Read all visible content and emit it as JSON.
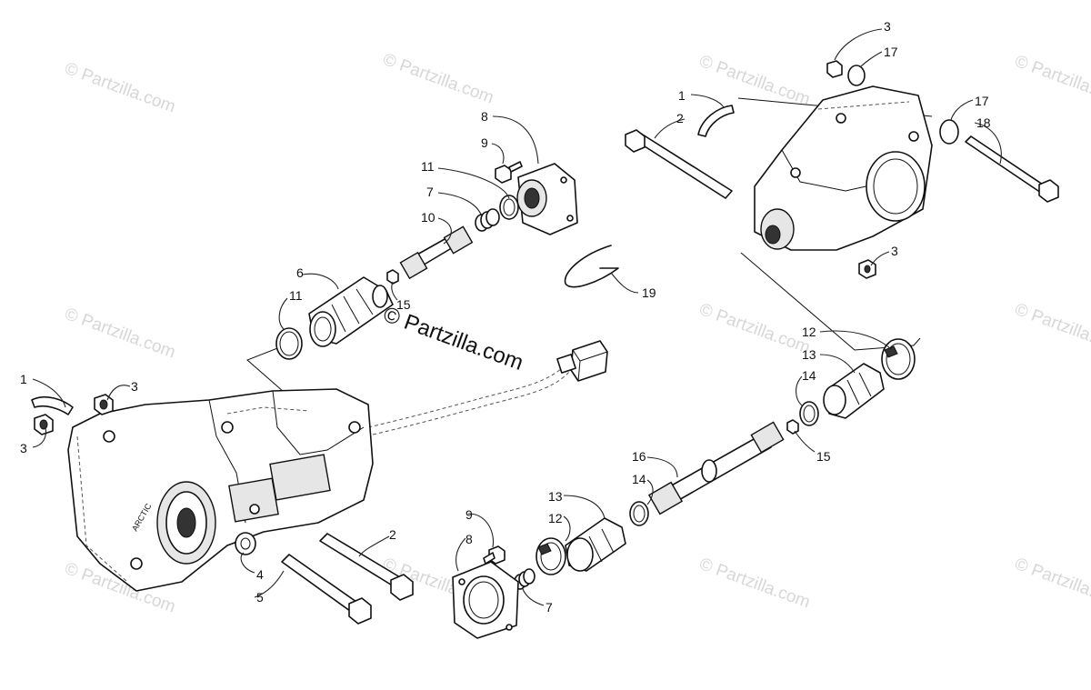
{
  "watermark": {
    "text": "© Partzilla.com",
    "center_text": "© Partzilla.com"
  },
  "casting_text": "ARCTIC",
  "callouts": {
    "c1a": "1",
    "c1b": "1",
    "c2a": "2",
    "c2b": "2",
    "c3a": "3",
    "c3b": "3",
    "c3c": "3",
    "c3d": "3",
    "c4": "4",
    "c5": "5",
    "c6": "6",
    "c7a": "7",
    "c7b": "7",
    "c8a": "8",
    "c8b": "8",
    "c9a": "9",
    "c9b": "9",
    "c10": "10",
    "c11a": "11",
    "c11b": "11",
    "c12a": "12",
    "c12b": "12",
    "c13a": "13",
    "c13b": "13",
    "c14a": "14",
    "c14b": "14",
    "c15a": "15",
    "c15b": "15",
    "c16": "16",
    "c17a": "17",
    "c17b": "17",
    "c18": "18",
    "c19": "19"
  }
}
